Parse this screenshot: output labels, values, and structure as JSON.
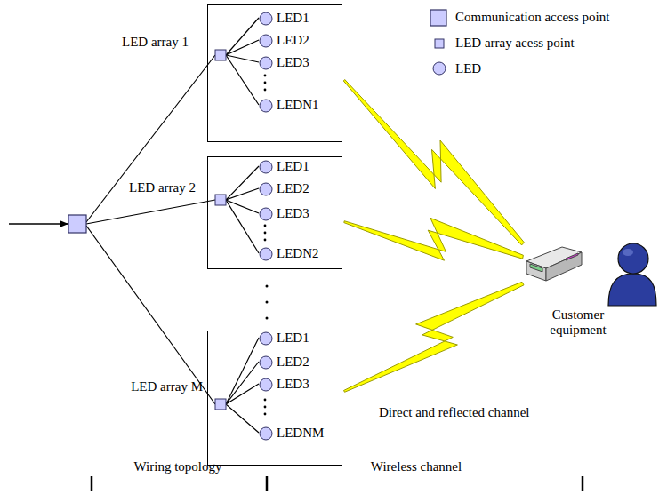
{
  "diagram": {
    "nodes": [
      {
        "text": [
          "LED array 1"
        ]
      },
      {
        "text": [
          "LED1"
        ],
        "in": 0
      },
      {
        "text": [
          "LED2"
        ],
        "in": 0
      },
      {
        "text": [
          "LED3"
        ],
        "in": 0
      },
      {
        "text": [
          "LEDN1"
        ],
        "in": 0
      },
      {
        "text": [
          "LED array 2"
        ]
      },
      {
        "text": [
          "LED1"
        ],
        "in": 5
      },
      {
        "text": [
          "LED2"
        ],
        "in": 5
      },
      {
        "text": [
          "LED3"
        ],
        "in": 5
      },
      {
        "text": [
          "LEDN2"
        ],
        "in": 5
      },
      {
        "text": [
          "LED array M"
        ]
      },
      {
        "text": [
          "LED1"
        ],
        "in": 10
      },
      {
        "text": [
          "LED2"
        ],
        "in": 10
      },
      {
        "text": [
          "LED3"
        ],
        "in": 10
      },
      {
        "text": [
          "LEDNM"
        ],
        "in": 10
      },
      {
        "text": [
          "Customer equipment"
        ]
      }
    ],
    "edges": [
      {
        "from": 0,
        "to": 15,
        "arrow": "none"
      },
      {
        "from": 5,
        "to": 15,
        "arrow": "none"
      },
      {
        "from": 10,
        "to": 15,
        "arrow": "none"
      }
    ],
    "labels": [
      "Direct and reflected channel",
      "Wiring topology",
      "Wireless channel"
    ],
    "legend": [
      {
        "text": "Communication access point"
      },
      {
        "text": "LED array acess point"
      },
      {
        "text": "LED"
      }
    ]
  }
}
